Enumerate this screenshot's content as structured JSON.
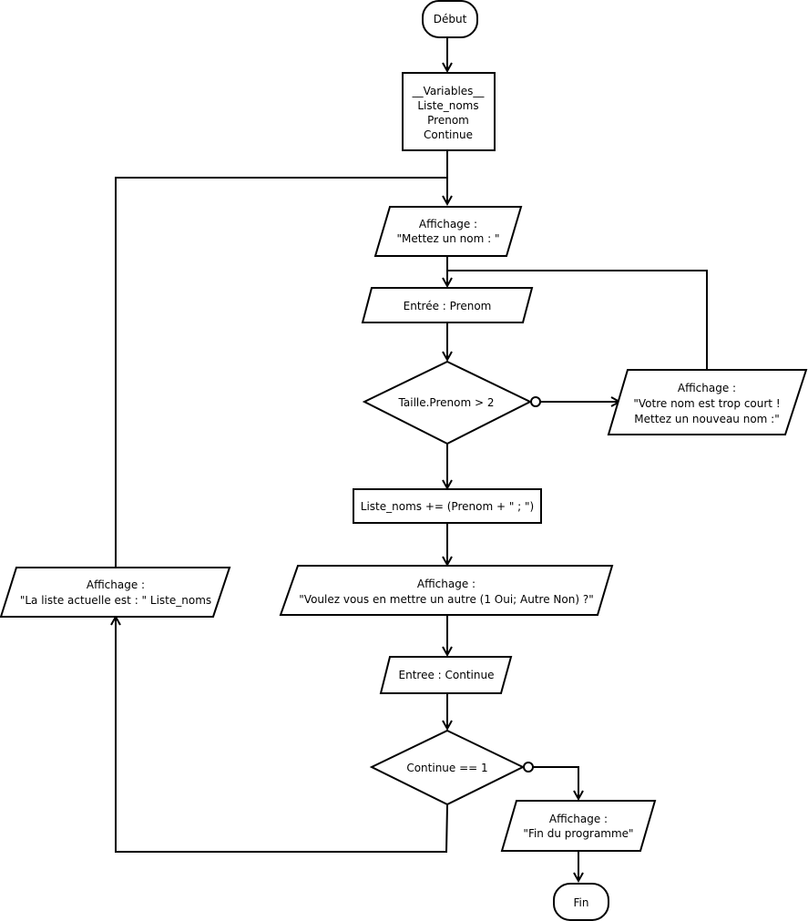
{
  "nodes": {
    "debut": {
      "lines": [
        "Début"
      ]
    },
    "variables": {
      "lines": [
        "__Variables__",
        "Liste_noms",
        "Prenom",
        "Continue"
      ]
    },
    "affichage_mettez": {
      "lines": [
        "Affichage :",
        "\"Mettez un nom : \""
      ]
    },
    "entree_prenom": {
      "lines": [
        "Entrée : Prenom"
      ]
    },
    "decision_taille": {
      "lines": [
        "Taille.Prenom > 2"
      ]
    },
    "affichage_court": {
      "lines": [
        "Affichage :",
        "\"Votre nom est trop court !",
        "Mettez un nouveau nom :\""
      ]
    },
    "liste_ajout": {
      "lines": [
        "Liste_noms += (Prenom + \" ; \")"
      ]
    },
    "affichage_voulez": {
      "lines": [
        "Affichage :",
        "\"Voulez vous en mettre un autre  (1 Oui; Autre Non) ?\""
      ]
    },
    "entree_continue": {
      "lines": [
        "Entree : Continue"
      ]
    },
    "decision_continue": {
      "lines": [
        "Continue == 1"
      ]
    },
    "affichage_fin": {
      "lines": [
        "Affichage :",
        "\"Fin du programme\""
      ]
    },
    "affichage_liste": {
      "lines": [
        "Affichage :",
        "\"La liste actuelle est : \" Liste_noms"
      ]
    },
    "fin": {
      "lines": [
        "Fin"
      ]
    }
  }
}
